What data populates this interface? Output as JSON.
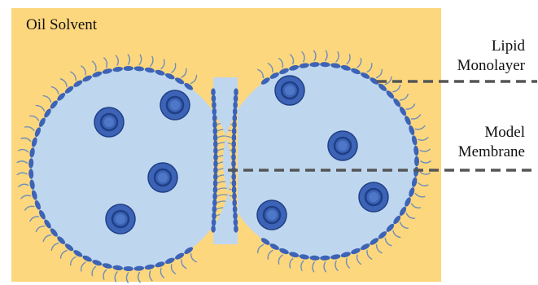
{
  "labels": {
    "solvent": "Oil Solvent",
    "lipid_line1": "Lipid",
    "lipid_line2": "Monolayer",
    "membrane_line1": "Model",
    "membrane_line2": "Membrane"
  },
  "colors": {
    "solvent": "#fdd77e",
    "droplet_fill": "#bfd7ee",
    "lipid_head": "#3c63b6",
    "lipid_tail": "#6f8fb8",
    "vesicle_outer": "#3c63b6",
    "vesicle_inner": "#1f3f86",
    "leader_line": "#555555",
    "text": "#111111"
  }
}
